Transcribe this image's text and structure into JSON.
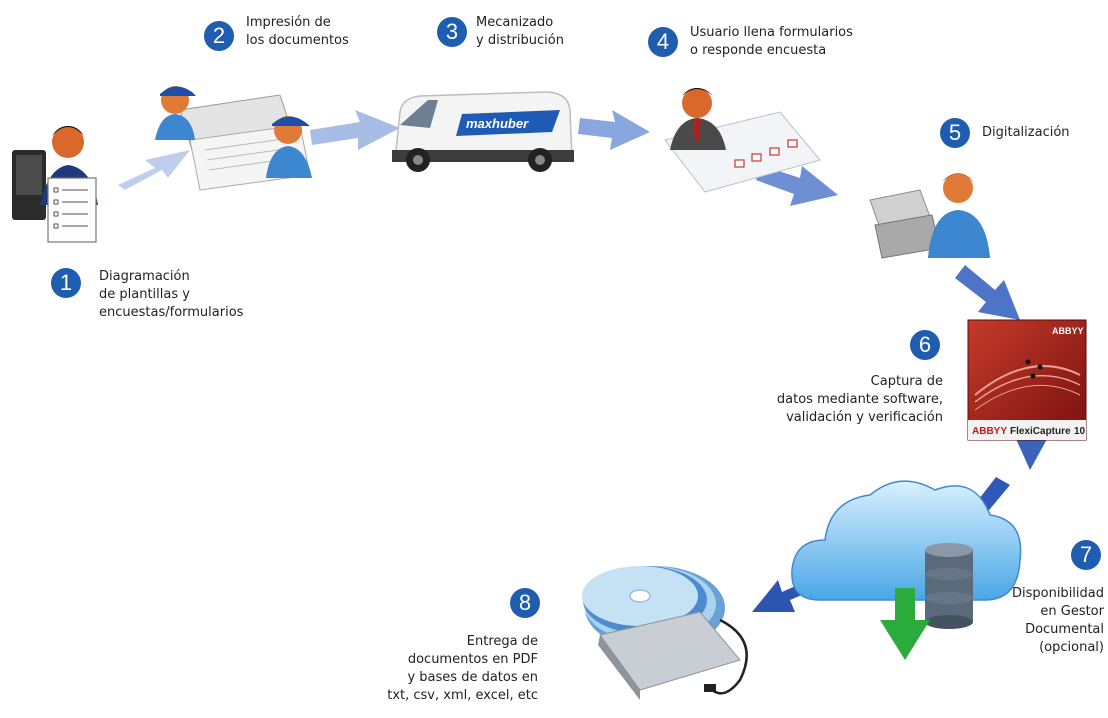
{
  "steps": [
    {
      "number": "1",
      "lines": [
        "Diagramación",
        "de plantillas y",
        "encuestas/formularios"
      ]
    },
    {
      "number": "2",
      "lines": [
        "Impresión de",
        "los documentos"
      ]
    },
    {
      "number": "3",
      "lines": [
        "Mecanizado",
        "y distribución"
      ]
    },
    {
      "number": "4",
      "lines": [
        "Usuario llena formularios",
        "o responde encuesta"
      ]
    },
    {
      "number": "5",
      "lines": [
        "Digitalización"
      ]
    },
    {
      "number": "6",
      "lines": [
        "Captura de",
        "datos mediante software,",
        "validación y verificación"
      ]
    },
    {
      "number": "7",
      "lines": [
        "Disponibilidad",
        "en Gestor",
        "Documental",
        "(opcional)"
      ]
    },
    {
      "number": "8",
      "lines": [
        "Entrega de",
        "documentos en PDF",
        "y bases de datos en",
        "txt, csv, xml, excel, etc"
      ]
    }
  ],
  "van_logo": "maxhuber",
  "software_box": {
    "brand": "ABBYY",
    "product": "FlexiCapture",
    "version": "10"
  },
  "colors": {
    "accent": "#1e5db0",
    "arrow_light": "#9ab4e2",
    "arrow_dark": "#2c5cb8",
    "download_arrow": "#2bab3c"
  }
}
